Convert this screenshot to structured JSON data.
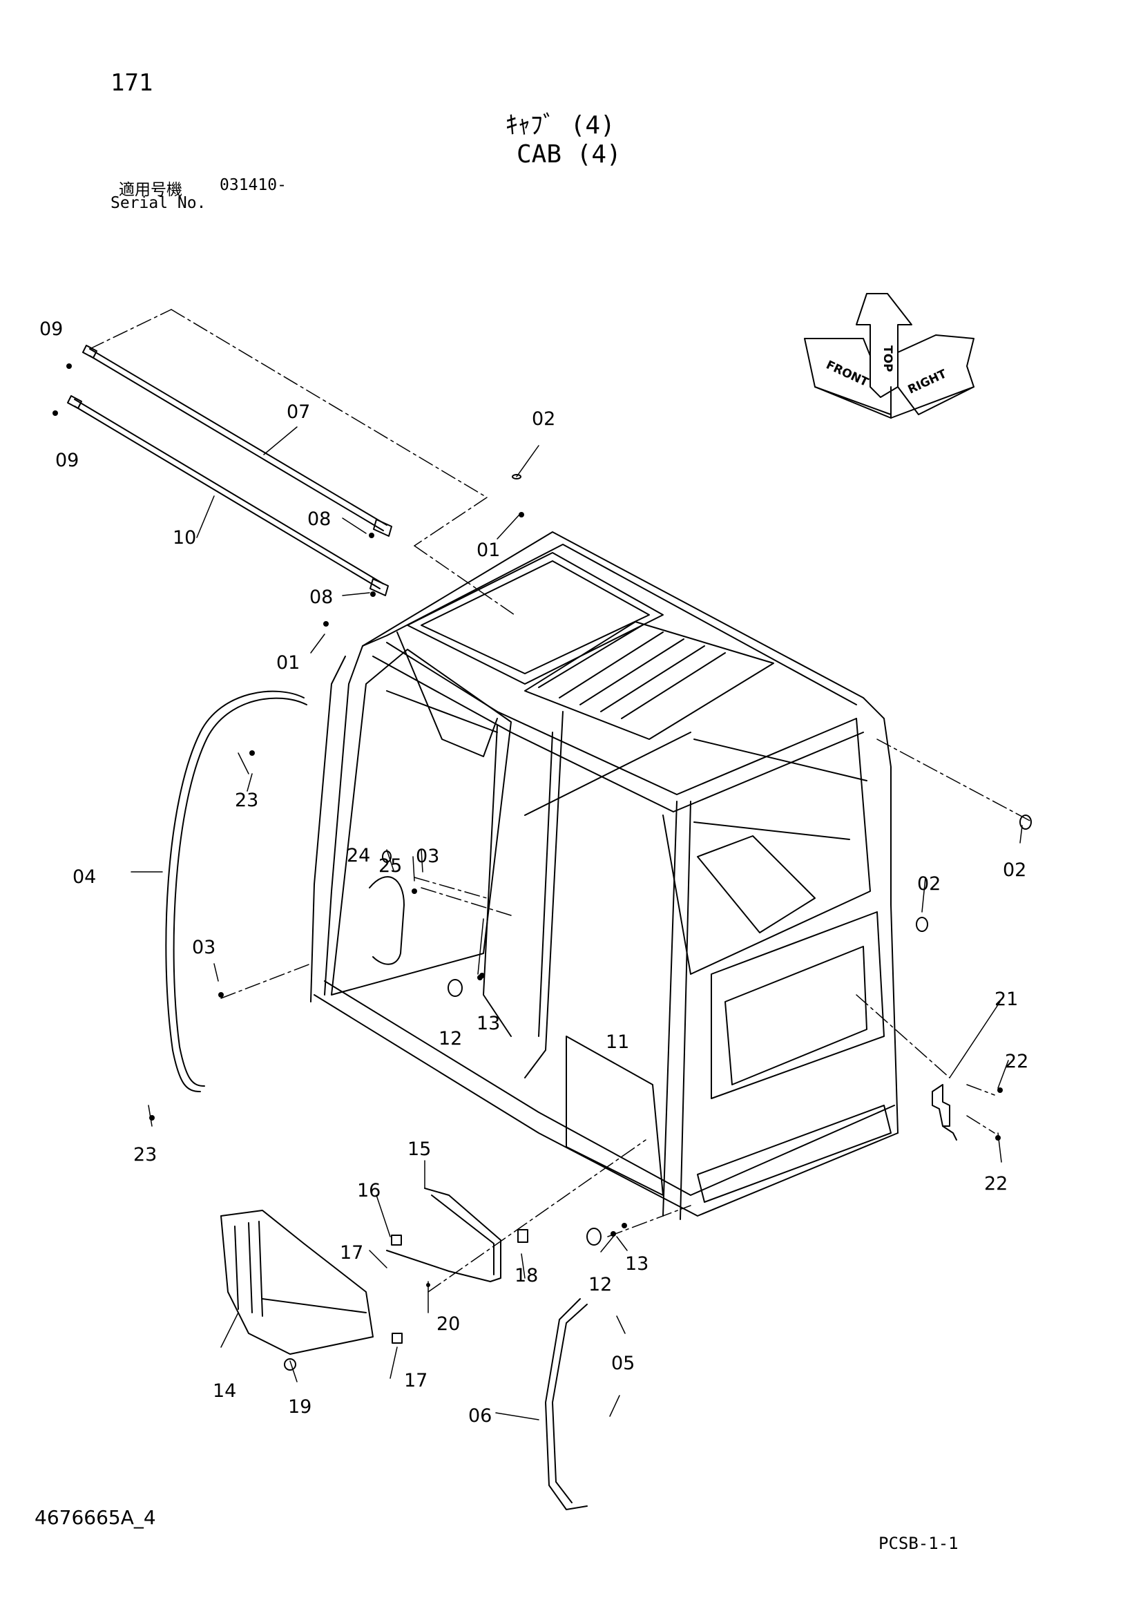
{
  "header": {
    "page_number": "171",
    "title_jp": "ｷｬﾌﾞ (4)",
    "title_en": "CAB (4)",
    "serial_label_jp": "適用号機",
    "serial_value": "031410-",
    "serial_label_en": "Serial No."
  },
  "orientation": {
    "front": "FRONT",
    "top": "TOP",
    "right": "RIGHT"
  },
  "callouts": {
    "c01a": "01",
    "c01b": "01",
    "c02a": "02",
    "c02b": "02",
    "c02c": "02",
    "c03a": "03",
    "c03b": "03",
    "c04": "04",
    "c05": "05",
    "c06": "06",
    "c07": "07",
    "c08a": "08",
    "c08b": "08",
    "c09a": "09",
    "c09b": "09",
    "c10": "10",
    "c11": "11",
    "c12a": "12",
    "c12b": "12",
    "c13a": "13",
    "c13b": "13",
    "c14": "14",
    "c15": "15",
    "c16": "16",
    "c17a": "17",
    "c17b": "17",
    "c18": "18",
    "c19": "19",
    "c20": "20",
    "c21": "21",
    "c22a": "22",
    "c22b": "22",
    "c23a": "23",
    "c23b": "23",
    "c24": "24",
    "c25": "25"
  },
  "footer": {
    "drawing_number": "4676665A_4",
    "sheet_code": "PCSB-1-1"
  }
}
